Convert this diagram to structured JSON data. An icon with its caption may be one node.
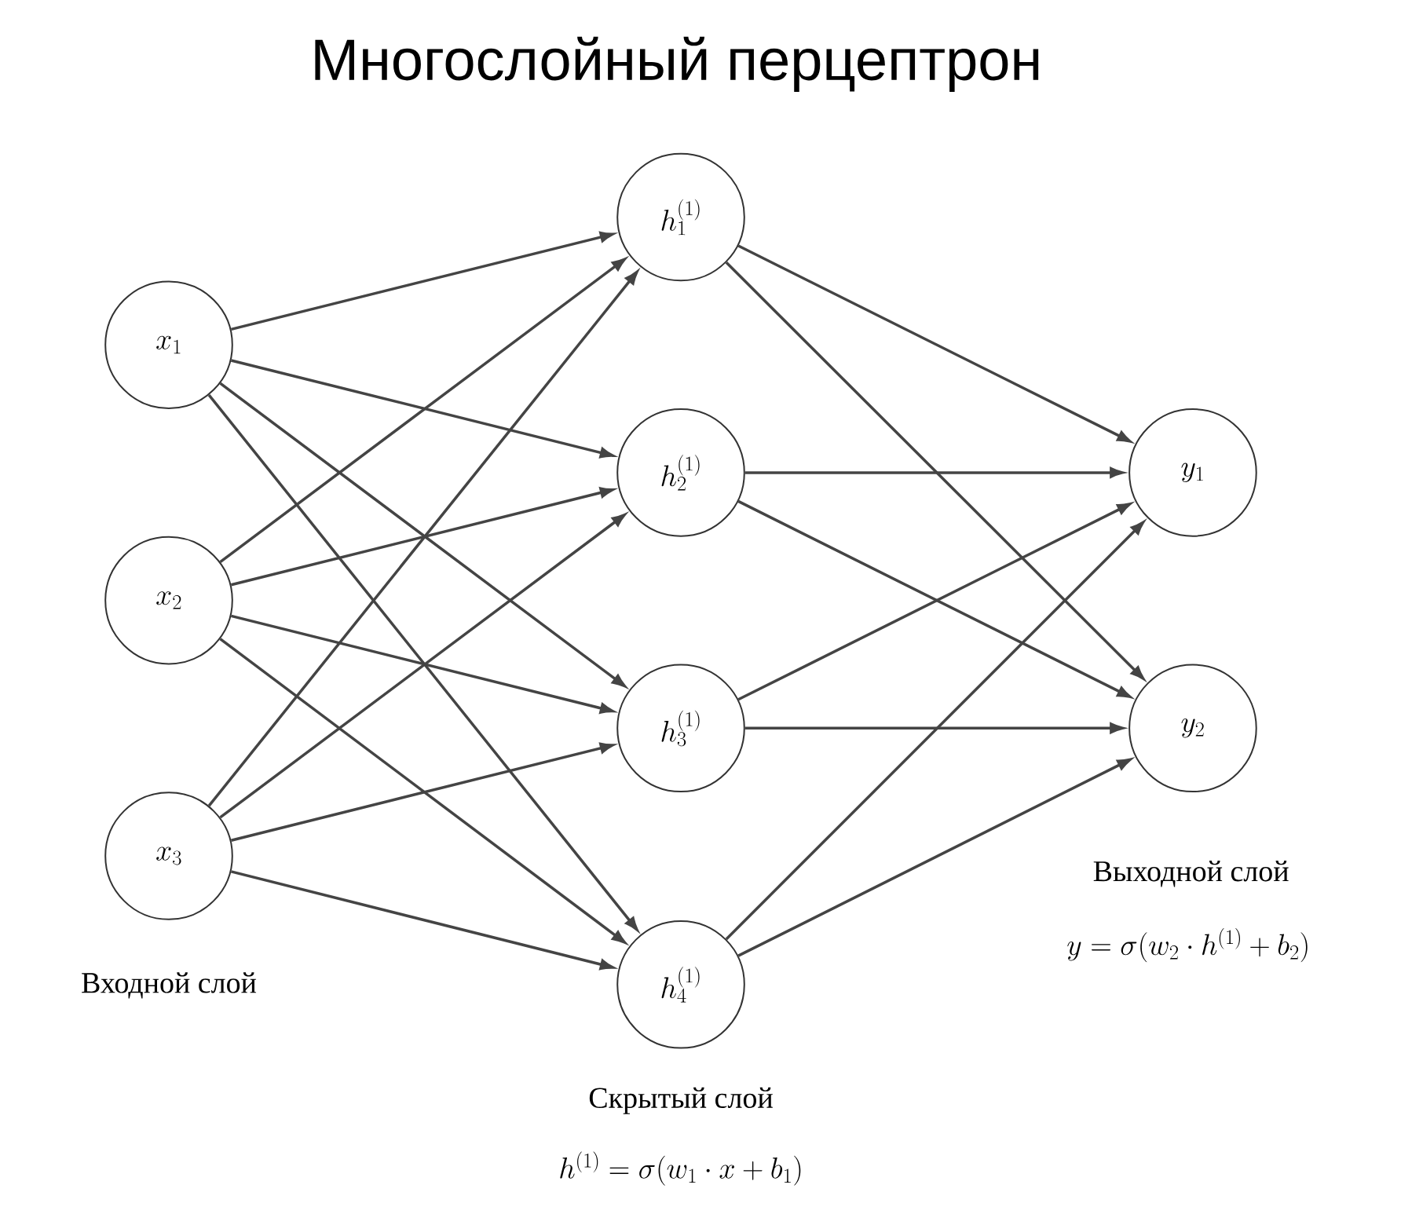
{
  "diagram": {
    "title": "Многослойный перцептрон",
    "nodes": [
      {
        "text": [
          "x_1"
        ]
      },
      {
        "text": [
          "x_2"
        ]
      },
      {
        "text": [
          "x_3"
        ]
      },
      {
        "text": [
          "h_1^{(1)}"
        ]
      },
      {
        "text": [
          "h_2^{(1)}"
        ]
      },
      {
        "text": [
          "h_3^{(1)}"
        ]
      },
      {
        "text": [
          "h_4^{(1)}"
        ]
      },
      {
        "text": [
          "y_1"
        ]
      },
      {
        "text": [
          "y_2"
        ]
      }
    ],
    "edges": [
      {
        "from": 0,
        "to": 3,
        "arrow": "to"
      },
      {
        "from": 0,
        "to": 4,
        "arrow": "to"
      },
      {
        "from": 0,
        "to": 5,
        "arrow": "to"
      },
      {
        "from": 0,
        "to": 6,
        "arrow": "to"
      },
      {
        "from": 1,
        "to": 3,
        "arrow": "to"
      },
      {
        "from": 1,
        "to": 4,
        "arrow": "to"
      },
      {
        "from": 1,
        "to": 5,
        "arrow": "to"
      },
      {
        "from": 1,
        "to": 6,
        "arrow": "to"
      },
      {
        "from": 2,
        "to": 3,
        "arrow": "to"
      },
      {
        "from": 2,
        "to": 4,
        "arrow": "to"
      },
      {
        "from": 2,
        "to": 5,
        "arrow": "to"
      },
      {
        "from": 2,
        "to": 6,
        "arrow": "to"
      },
      {
        "from": 3,
        "to": 7,
        "arrow": "to"
      },
      {
        "from": 3,
        "to": 8,
        "arrow": "to"
      },
      {
        "from": 4,
        "to": 7,
        "arrow": "to"
      },
      {
        "from": 4,
        "to": 8,
        "arrow": "to"
      },
      {
        "from": 5,
        "to": 7,
        "arrow": "to"
      },
      {
        "from": 5,
        "to": 8,
        "arrow": "to"
      },
      {
        "from": 6,
        "to": 7,
        "arrow": "to"
      },
      {
        "from": 6,
        "to": 8,
        "arrow": "to"
      }
    ],
    "labels": [
      "Выходной слой",
      "y = \\sigma(w_2 \\cdot h^{(1)} + b_2)",
      "Входной слой",
      "Скрытый слой",
      "h^{(1)} = \\sigma(w_1 \\cdot x + b_1)"
    ]
  }
}
